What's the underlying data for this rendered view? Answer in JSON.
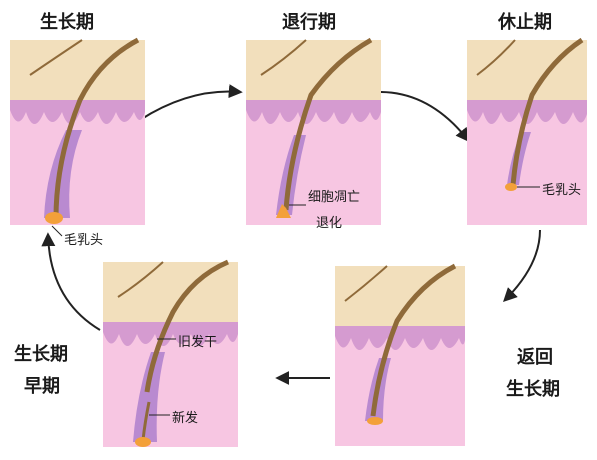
{
  "stages": [
    {
      "title": "生长期"
    },
    {
      "title": "退行期"
    },
    {
      "title": "休止期"
    },
    {
      "title_line1": "返回",
      "title_line2": "生长期"
    },
    {
      "title_line1": "生长期",
      "title_line2": "早期"
    }
  ],
  "annotations": {
    "papilla_growth": "毛乳头",
    "catagen_line1": "细胞凋亡",
    "catagen_line2": "退化",
    "papilla_telogen": "毛乳头",
    "old_shaft": "旧发干",
    "new_hair": "新发"
  },
  "colors": {
    "scalp": "#f2dfbc",
    "skin_band": "#d59bd0",
    "dermis": "#f7c6e2",
    "follicle": "#b98ad0",
    "hair": "#8f6a3a",
    "papilla": "#f3a03a",
    "arrow": "#222222"
  }
}
